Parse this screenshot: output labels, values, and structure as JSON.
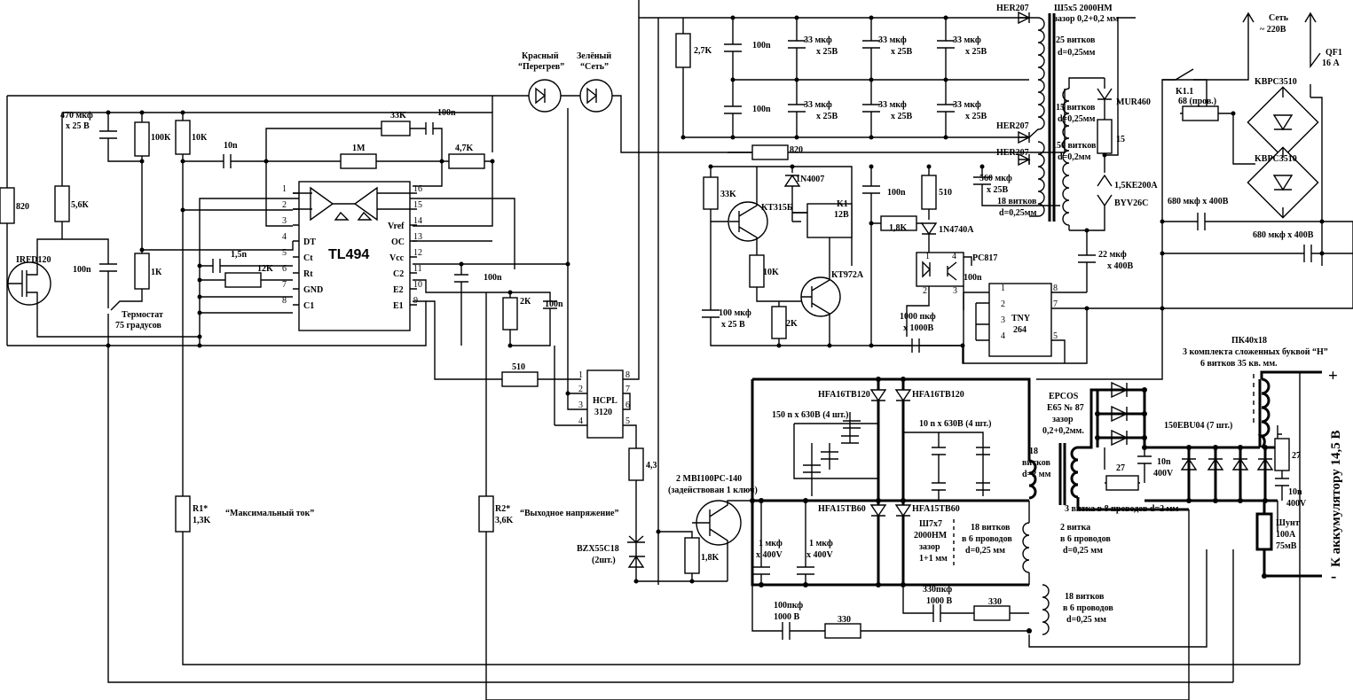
{
  "ic": {
    "tl494": {
      "name": "TL494",
      "pins_left": [
        "DT",
        "Ct",
        "Rt",
        "GND",
        "C1"
      ],
      "pins_left_n": [
        "1",
        "2",
        "3",
        "4",
        "5",
        "6",
        "7",
        "8"
      ],
      "pins_right": [
        "Vref",
        "OC",
        "Vcc",
        "C2",
        "E2",
        "E1"
      ],
      "pins_right_n": [
        "16",
        "15",
        "14",
        "13",
        "12",
        "11",
        "10",
        "9"
      ]
    },
    "hcpl": {
      "l1": "HCPL",
      "l2": "3120",
      "pins": [
        "1",
        "2",
        "3",
        "4",
        "8",
        "7",
        "6",
        "5"
      ]
    },
    "tny": {
      "l1": "TNY",
      "l2": "264",
      "pins": [
        "1",
        "2",
        "3",
        "4",
        "8",
        "7",
        "5"
      ]
    },
    "pc817": {
      "name": "PC817",
      "pins": [
        "1",
        "2",
        "3",
        "4"
      ]
    }
  },
  "labels": {
    "irfd": "IRFD120",
    "c470a": "470 мкф",
    "c470b": "х 25 В",
    "r100k": "100К",
    "r10k": "10К",
    "c10n": "10n",
    "r33k": "33K",
    "c100n_top": "100n",
    "r1m": "1M",
    "r47k": "4,7K",
    "r820_left": "820",
    "r56k": "5,6К",
    "c100n_l": "100n",
    "r1k": "1К",
    "c15n": "1,5n",
    "r12k": "12K",
    "c100n_m": "100n",
    "r2k": "2К",
    "c100n_r": "100n",
    "term1": "Термостат",
    "term2": "75 градусов",
    "led_r1": "Красный",
    "led_r2": "“Перегрев”",
    "led_g1": "Зелёный",
    "led_g2": "“Сеть”",
    "r510": "510",
    "r1a": "R1*",
    "r1b": "1,3K",
    "r1desc": "“Максимальный ток”",
    "r2a": "R2*",
    "r2b": "3,6K",
    "r2desc": "“Выходное напряжение”",
    "r27k": "2,7K",
    "c100n_a": "100n",
    "c100n_b": "100n",
    "c33a1": "33 мкф",
    "c33a2": "х 25В",
    "her1": "HER207",
    "her2": "HER207",
    "her3": "HER207",
    "tr1a": "Ш5х5 2000НМ",
    "tr1b": "зазор 0,2+0,2 мм",
    "w25a": "25 витков",
    "w25b": "d=0,25мм",
    "w15a": "15 витков",
    "w15b": "d=0,25мм",
    "w150a": "150 витков",
    "w150b": "d=0,2мм",
    "w18a": "18 витков",
    "w18b": "d=0,25мм",
    "r820_mid": "820",
    "r33k_b": "33K",
    "kt315": "КТ315Б",
    "d4007": "1N4007",
    "k1a": "K1",
    "k1b": "12В",
    "c100n_k": "100n",
    "r510_b": "510",
    "c560a": "560 мкф",
    "c560b": "х 25В",
    "r18k": "1,8K",
    "d4740": "1N4740A",
    "r10k_b": "10K",
    "kt972": "КТ972А",
    "c100mkf_a": "100  мкф",
    "c100mkf_b": "х 25 В",
    "r2k_b": "2K",
    "c1000a": "1000 пкф",
    "c1000b": "х 1000В",
    "c100n_t": "100n",
    "mur": "MUR460",
    "f15": "15",
    "ke200": "1,5КЕ200А",
    "byv": "BYV26C",
    "c22a": "22 мкф",
    "c22b": "х 400В",
    "k11": "K1.1",
    "r68": "68 (пров.)",
    "br1": "KBPC3510",
    "br2": "KBPC3510",
    "net1": "Сеть",
    "net2": "~ 220В",
    "qf1": "QF1",
    "qf2": "16 А",
    "c680a": "680 мкф х 400В",
    "c680b": "680 мкф х 400В",
    "hfa1": "HFA16TB120",
    "hfa2": "HFA16TB120",
    "hfa3": "HFA15TB60",
    "hfa4": "HFA15TB60",
    "c150": "150 n х 630В (4 шт.)",
    "c10n630": "10 n х 630В (4 шт.)",
    "r43": "4,3",
    "mbi1": "2 MBI100PC-140",
    "mbi2": "(задействован 1 ключ)",
    "bzx1": "BZX55C18",
    "bzx2": "(2шт.)",
    "r18k_b": "1,8K",
    "c1mkf1a": "1 мкф",
    "c1mkf1b": "х 400V",
    "c1mkf2a": "1 мкф",
    "c1mkf2b": "х 400V",
    "sh7a": "Ш7х7",
    "sh7b": "2000НМ",
    "sh7c": "зазор",
    "sh7d": "1+1 мм",
    "w18_6a": "18 витков",
    "w18_6b": "в 6 проводов",
    "w18_6c": "d=0,25 мм",
    "w2a": "2 витка",
    "w2b": "в 6 проводов",
    "w2c": "d=0,25 мм",
    "w18ba": "18 витков",
    "w18bb": "в 6 проводов",
    "w18bc": "d=0,25 мм",
    "c330pf1": "330пкф",
    "c330pf2": "1000 В",
    "r330a": "330",
    "c100pf1": "100пкф",
    "c100pf2": "1000 В",
    "r330b": "330",
    "epcos1": "EPCOS",
    "epcos2": "E65 № 87",
    "epcos3": "зазор",
    "epcos4": "0,2+0,2мм.",
    "w18c1": "18",
    "w18c2": "витков",
    "w18c3": "d=2 мм",
    "w3": "3 витка в 8 проводов d=2 мм",
    "ebu": "150EBU04 (7 шт.)",
    "r27a": "27",
    "c10n400a1": "10n",
    "c10n400a2": "400V",
    "r27b": "27",
    "c10n400b1": "10n",
    "c10n400b2": "400V",
    "pk1": "ПК40х18",
    "pk2": "3 комплекта сложенных буквой “Н”",
    "pk3": "6 витков 35 кв. мм.",
    "shunt1": "Шунт",
    "shunt2": "100А",
    "shunt3": "75мВ",
    "batt": "К аккумулятору 14,5 В",
    "plus": "+",
    "minus": "-"
  }
}
